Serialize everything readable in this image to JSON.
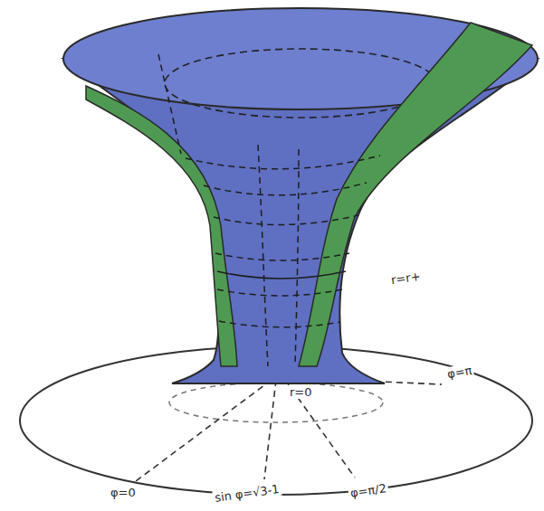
{
  "diagram": {
    "labels": [
      "r=r+",
      "φ=π",
      "r=0",
      "φ=0",
      "sin φ=√3-1",
      "φ=π/2"
    ]
  }
}
